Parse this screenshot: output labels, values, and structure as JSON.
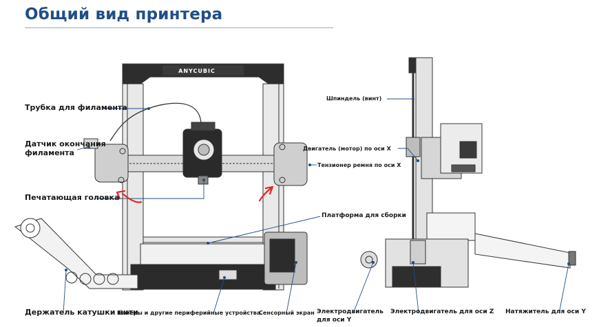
{
  "title": "Общий вид принтера",
  "brand": "ANYCUBIC",
  "labels": {
    "filament_tube": "Трубка для филамента",
    "filament_sensor_1": "Датчик окончания",
    "filament_sensor_2": "филамента",
    "print_head": "Печатающая головка",
    "spool_holder": "Держатель катушки нити",
    "camera_peripherals": "Камеры и другие периферийные устройства.",
    "touch_screen": "Сенсорный экран",
    "lead_screw": "Шпиндель (винт)",
    "x_motor": "Двигатель (мотор) по оси X",
    "x_tensioner": "Тензионер ремня по оси X",
    "build_platform": "Платформа для сборки",
    "y_motor_1": "Электродвигатель",
    "y_motor_2": "для оси Y",
    "z_motor": "Электродвигатель для оси Z",
    "y_tensioner": "Натяжитель для оси Y"
  }
}
